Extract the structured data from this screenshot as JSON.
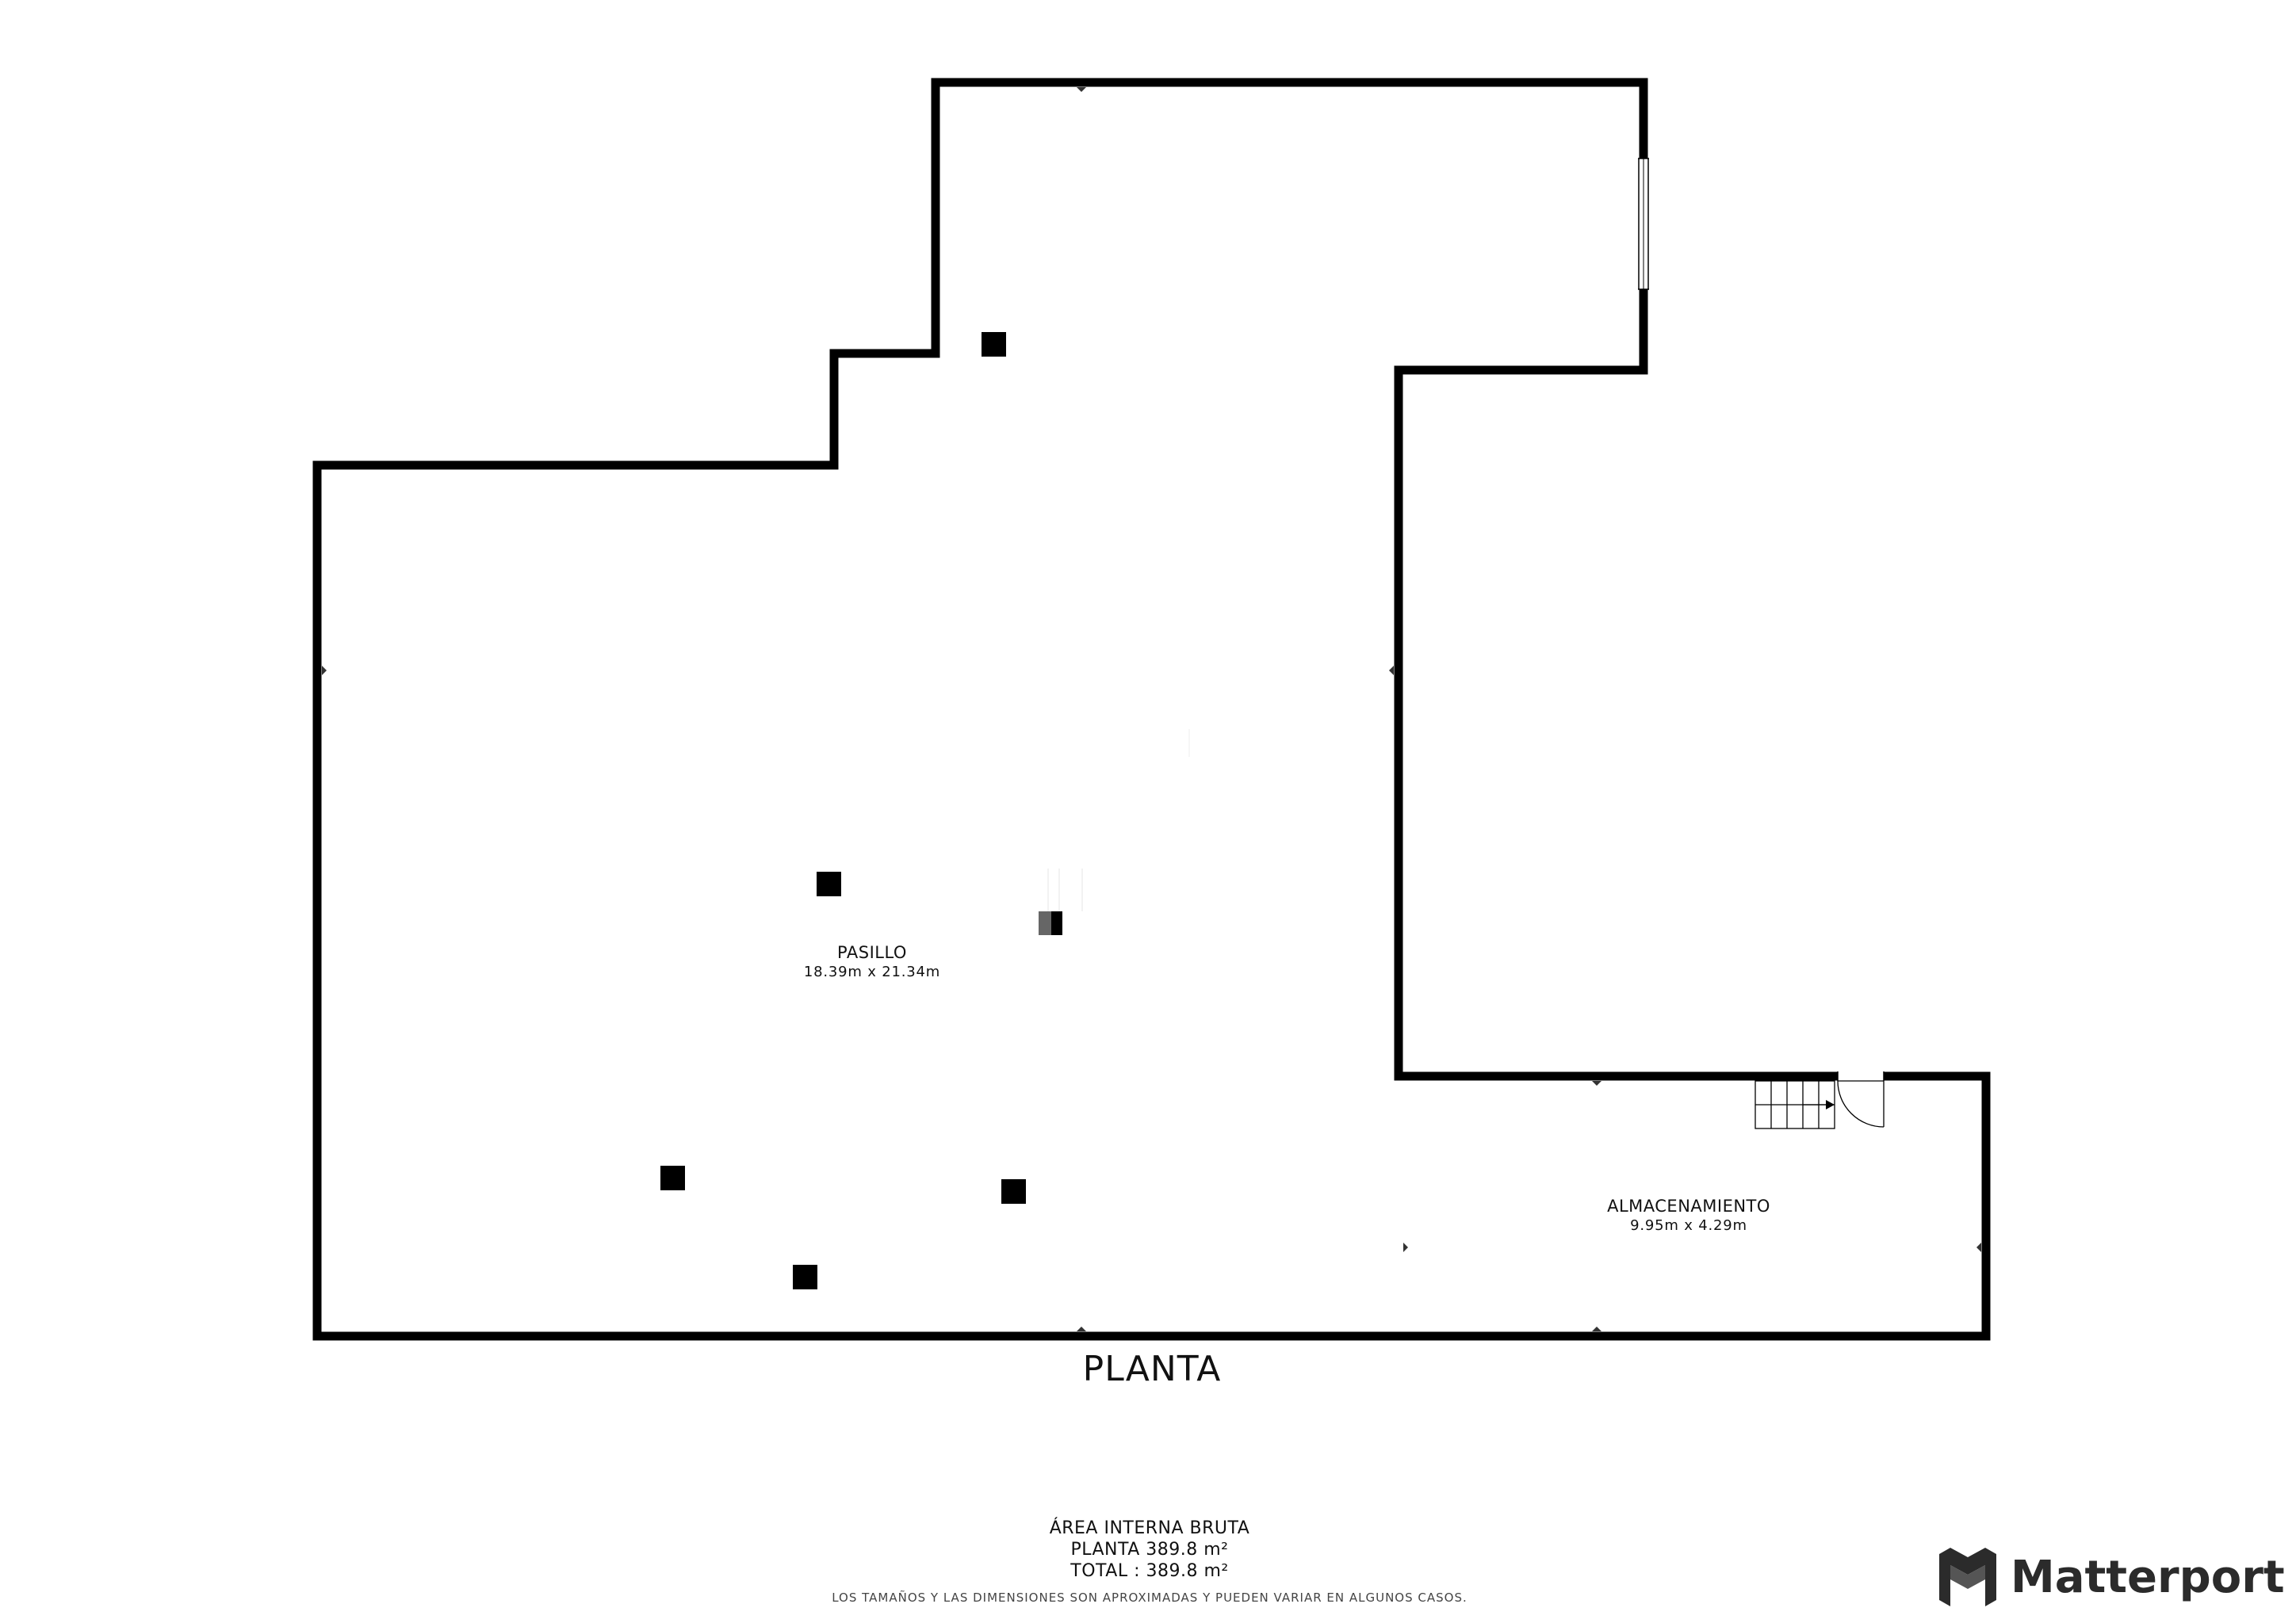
{
  "rooms": [
    {
      "name": "PASILLO",
      "dimensions": "18.39m x 21.34m"
    },
    {
      "name": "ALMACENAMIENTO",
      "dimensions": "9.95m x 4.29m"
    }
  ],
  "floor_label": "PLANTA",
  "summary": {
    "title": "ÁREA INTERNA BRUTA",
    "floor_area": "PLANTA 389.8 m²",
    "total_area": "TOTAL :  389.8 m²"
  },
  "disclaimer": "LOS TAMAÑOS Y LAS DIMENSIONES SON APROXIMADAS Y PUEDEN VARIAR EN ALGUNOS CASOS.",
  "brand": {
    "name": "Matterport",
    "icon": "matterport-logo-icon"
  },
  "colors": {
    "wall": "#000000",
    "background": "#ffffff",
    "text": "#111111",
    "brand": "#2b2b2b"
  }
}
